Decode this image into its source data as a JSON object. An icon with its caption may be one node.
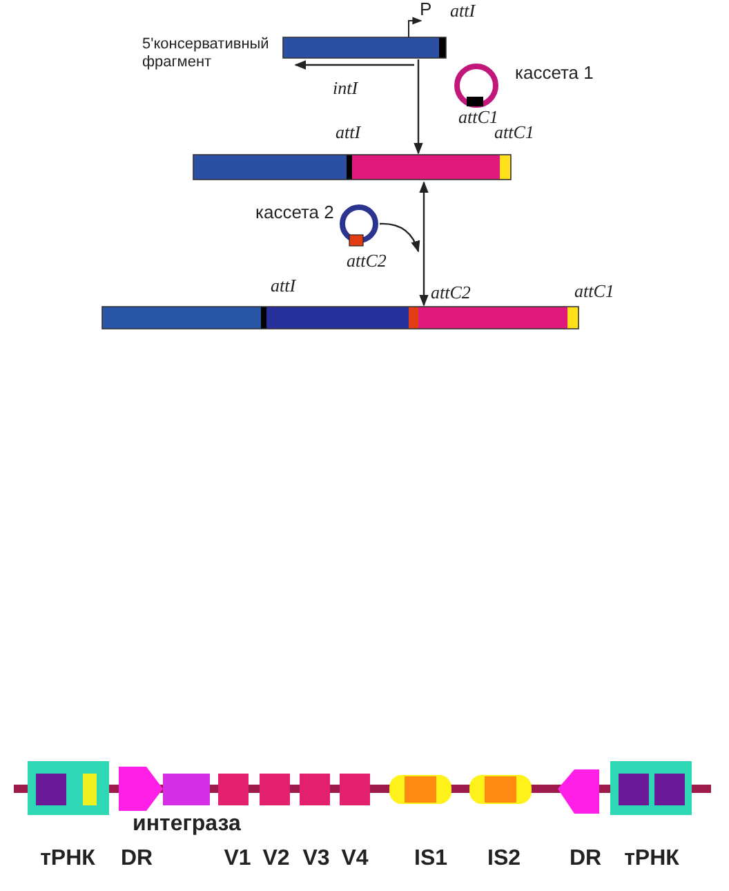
{
  "diagram": {
    "nodes": [
      {
        "text": [],
        "shape": "bar"
      },
      {
        "text": [],
        "shape": "bar"
      },
      {
        "text": [],
        "shape": "circle"
      },
      {
        "text": [],
        "shape": "bar"
      }
    ],
    "edges": [
      {
        "from": 0,
        "to": 1,
        "arrow": "to"
      },
      {
        "from": 1,
        "to": 3,
        "arrow": "both"
      },
      {
        "from": 2,
        "to": null,
        "arrow": "to"
      }
    ],
    "labels": [
      "P",
      "attI",
      "5'консервативный фрагмент",
      "кассета 1",
      "intI",
      "attC1",
      "attI",
      "attC1",
      "кассета 2",
      "attC2",
      "attI",
      "attC2",
      "attC1",
      "интеграза",
      "тРНК",
      "DR",
      "V1",
      "V2",
      "V3",
      "V4",
      "IS1",
      "IS2",
      "DR",
      "тРНК"
    ]
  }
}
